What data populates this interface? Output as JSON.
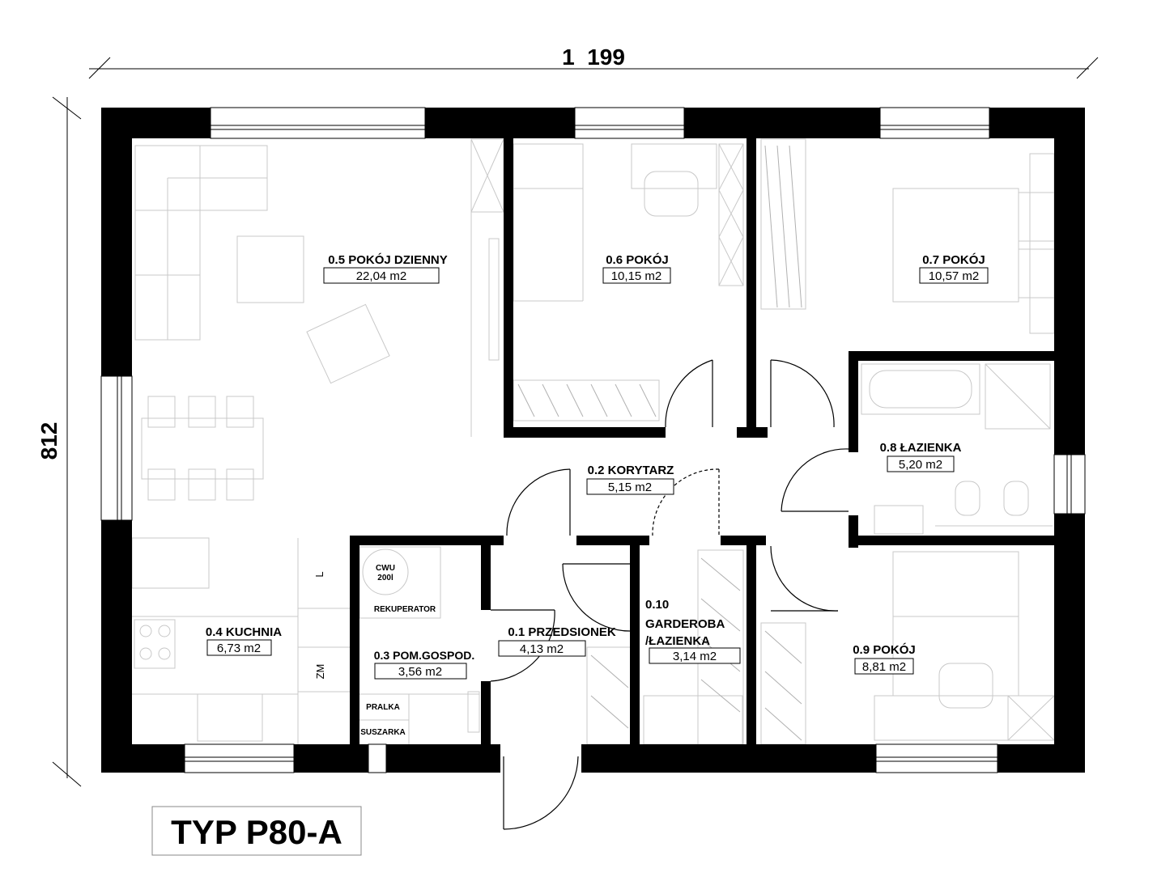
{
  "dimensions": {
    "width_label": "1  199",
    "height_label": "812"
  },
  "title": "TYP P80-A",
  "rooms": [
    {
      "name": "0.5 POKÓJ DZIENNY",
      "area": "22,04 m2"
    },
    {
      "name": "0.6 POKÓJ",
      "area": "10,15 m2"
    },
    {
      "name": "0.7 POKÓJ",
      "area": "10,57 m2"
    },
    {
      "name": "0.8 ŁAZIENKA",
      "area": "5,20 m2"
    },
    {
      "name": "0.2 KORYTARZ",
      "area": "5,15 m2"
    },
    {
      "name": "0.4 KUCHNIA",
      "area": "6,73 m2"
    },
    {
      "name": "0.3 POM.GOSPOD.",
      "area": "3,56 m2"
    },
    {
      "name": "0.1 PRZEDSIONEK",
      "area": "4,13 m2"
    },
    {
      "name_line1": "0.10",
      "name_line2": "GARDEROBA",
      "name_line3": "/ŁAZIENKA",
      "area": "3,14 m2"
    },
    {
      "name": "0.9 POKÓJ",
      "area": "8,81 m2"
    }
  ],
  "labels": {
    "cwu_line1": "CWU",
    "cwu_line2": "200l",
    "rekuperator": "REKUPERATOR",
    "pralka": "PRALKA",
    "suszarka": "SUSZARKA",
    "l": "L",
    "zm": "ZM"
  }
}
